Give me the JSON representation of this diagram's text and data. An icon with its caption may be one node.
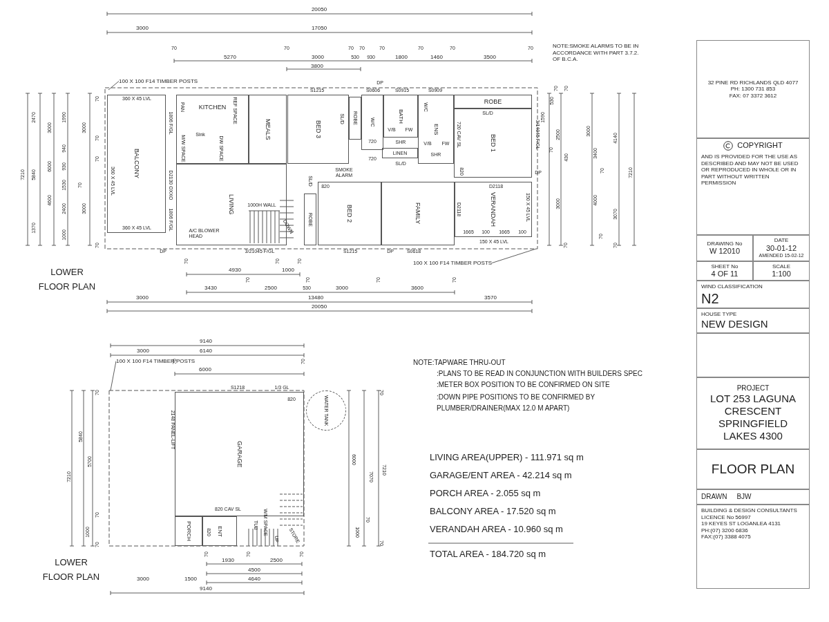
{
  "diagram": {
    "nodes": [
      {
        "text": [
          "BALCONY"
        ]
      },
      {
        "text": [
          "KITCHEN"
        ]
      },
      {
        "text": [
          "MEALS"
        ]
      },
      {
        "text": [
          "LIVING"
        ]
      },
      {
        "text": [
          "BED 3"
        ]
      },
      {
        "text": [
          "ROBE"
        ]
      },
      {
        "text": [
          "W/C"
        ]
      },
      {
        "text": [
          "BATH"
        ]
      },
      {
        "text": [
          "LINEN"
        ]
      },
      {
        "text": [
          "ENS"
        ]
      },
      {
        "text": [
          "ROBE"
        ]
      },
      {
        "text": [
          "BED 1"
        ]
      },
      {
        "text": [
          "ROBE"
        ]
      },
      {
        "text": [
          "BED 2"
        ]
      },
      {
        "text": [
          "FAMILY"
        ]
      },
      {
        "text": [
          "VERANDAH"
        ]
      },
      {
        "text": [
          "GARAGE"
        ]
      },
      {
        "text": [
          "PORCH"
        ]
      },
      {
        "text": [
          "ENT"
        ]
      },
      {
        "text": [
          "WATER TANK"
        ]
      },
      {
        "text": [
          "100 X 100 F14 TIMBER POSTS"
        ]
      },
      {
        "text": [
          "100 X 100 F14 TIMBER POSTS"
        ]
      },
      {
        "text": [
          "100 X 100 F14 TIMBER POSTS"
        ]
      },
      {
        "text": [
          "32 PINE RD RICHLANDS QLD 4077",
          "PH: 1300 731 853",
          "FAX: 07 3372 3612"
        ]
      },
      {
        "text": [
          "COPYRIGHT",
          "AND IS PROVIDED FOR THE USE AS DESCRIBED AND MAY NOT BE USED OR REPRODUCED IN WHOLE OR IN PART WITHOUT WRITTEN PERMISSION"
        ]
      },
      {
        "text": [
          "DRAWING No",
          "W 12010"
        ]
      },
      {
        "text": [
          "DATE",
          "30-01-12",
          "AMENDED 15-02-12"
        ]
      },
      {
        "text": [
          "SHEET No",
          "4 OF 11"
        ]
      },
      {
        "text": [
          "SCALE",
          "1:100"
        ]
      },
      {
        "text": [
          "WIND CLASSIFICATION",
          "N2"
        ]
      },
      {
        "text": [
          "HOUSE TYPE",
          "NEW DESIGN"
        ]
      },
      {
        "text": [],
        "shape": "box"
      },
      {
        "text": [
          "PROJECT",
          "LOT 253 LAGUNA CRESCENT SPRINGFIELD LAKES 4300"
        ]
      },
      {
        "text": [
          "FLOOR PLAN"
        ]
      },
      {
        "text": [
          "DRAWN",
          "BJW"
        ]
      },
      {
        "text": [
          "BUILDING & DESIGN CONSULTANTS",
          "LICENCE No 56997",
          "19 KEYES ST LOGANLEA 4131",
          "PH:(07) 3200 6836",
          "FAX:(07) 3388 4075"
        ]
      }
    ],
    "edges": [
      {
        "from": 20,
        "to": null,
        "arrow": "none"
      },
      {
        "from": 21,
        "to": null,
        "arrow": "none"
      },
      {
        "from": 22,
        "to": null,
        "arrow": "none"
      }
    ],
    "labels": [
      "20050",
      "3000",
      "17050",
      "70",
      "70",
      "70",
      "70",
      "70",
      "70",
      "70",
      "70",
      "5270",
      "3000",
      "530",
      "930",
      "1800",
      "1460",
      "3500",
      "3800",
      "NOTE:SMOKE ALARMS TO BE IN ACCORDANCE WITH PART 3.7.2. OF B.C.A.",
      "DP",
      "70",
      "2470",
      "1990",
      "3000",
      "3000",
      "70",
      "940",
      "70",
      "6000",
      "930",
      "7210",
      "5840",
      "1530",
      "70",
      "4600",
      "2400",
      "3000",
      "1370",
      "1000",
      "70",
      "360 X 45 LVL",
      "PAN",
      "REF SPACE",
      "1806 F/GL",
      "Sink",
      "M/W SPACE",
      "DW SPACE",
      "360 X 45 LVL",
      "D2130 OXXO",
      "360 X 45 LVL",
      "S1215",
      "S0606",
      "S0915",
      "S0909",
      "SL/D",
      "720",
      "720",
      "V/B",
      "FW",
      "W/C",
      "V/B",
      "FW",
      "SHR",
      "SHR",
      "720 CAV SL",
      "SL/D",
      "3/14045 F/GL",
      "SL/D",
      "SMOKE ALARM",
      "DP",
      "820",
      "820",
      "D2118",
      "D2118",
      "150 X 45 LVL",
      "SL/D",
      "1000H WALL",
      "DOWN",
      "1665",
      "100",
      "1665",
      "100",
      "A/C BLOWER HEAD",
      "1806 F/GL",
      "DP",
      "3/21045 F/GL",
      "S1215",
      "DP",
      "S0618",
      "150 X 45 LVL",
      "70",
      "70",
      "530",
      "1590",
      "2500",
      "3000",
      "4140",
      "70",
      "430",
      "70",
      "3400",
      "7210",
      "3000",
      "4000",
      "3070",
      "70",
      "70",
      "70",
      "70",
      "70",
      "70",
      "4930",
      "1000",
      "70",
      "70",
      "70",
      "70",
      "3430",
      "2500",
      "530",
      "3000",
      "3600",
      "3000",
      "13480",
      "3570",
      "20050",
      "LOWER FLOOR PLAN",
      "9140",
      "3000",
      "6140",
      "70",
      "70",
      "6000",
      "S1218",
      "1/3 GL",
      "820",
      "2148 PANEL-LIFT",
      "820 CAV SL",
      "TUB",
      "W/M SPACE",
      "UP",
      "STORE",
      "820",
      "70",
      "5840",
      "5700",
      "7210",
      "70",
      "1000",
      "70",
      "70",
      "70",
      "70",
      "1930",
      "2500",
      "4500",
      "3000",
      "1500",
      "4640",
      "9140",
      "LOWER FLOOR PLAN",
      "70",
      "6000",
      "7070",
      "7210",
      "70",
      "1000",
      "70",
      "NOTE:TAPWARE THRU-OUT",
      ":PLANS TO BE READ IN CONJUNCTION WITH BUILDERS SPEC",
      ":METER BOX POSITION TO BE CONFIRMED ON SITE",
      ":DOWN PIPE POSITIONS TO BE CONFIRMED BY PLUMBER/DRAINER(MAX 12.0 M APART)",
      "LIVING AREA(UPPER) - 111.971 sq m",
      "GARAGE/ENT AREA - 42.214 sq m",
      "PORCH AREA - 2.055 sq m",
      "BALCONY AREA - 17.520 sq m",
      "VERANDAH AREA - 10.960 sq m",
      "TOTAL AREA - 184.720 sq m"
    ]
  }
}
